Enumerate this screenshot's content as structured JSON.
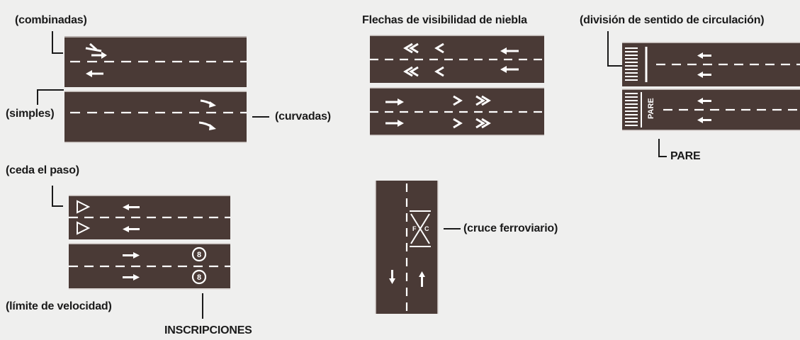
{
  "labels": {
    "combinadas": "(combinadas)",
    "simples": "(simples)",
    "curvadas": "(curvadas)",
    "niebla": "Flechas de visibilidad de niebla",
    "division": "(división de sentido de circulación)",
    "pare_label": "PARE",
    "pare_road_text": "PARE",
    "ceda": "(ceda el paso)",
    "limite": "(límite de velocidad)",
    "inscripciones": "INSCRIPCIONES",
    "cruce": "(cruce ferroviario)",
    "fc_f": "F",
    "fc_c": "C",
    "speed": "8"
  },
  "colors": {
    "asphalt": "#4a3a36",
    "marking": "#ffffff",
    "background": "#efefee",
    "text": "#1a1a1a"
  },
  "icons": [
    "arrow-left-icon",
    "arrow-right-icon",
    "curved-arrow-icon",
    "double-chevron-icon",
    "chevron-icon",
    "yield-triangle-icon",
    "speed-limit-icon",
    "railroad-crossing-icon",
    "arrow-up-icon",
    "arrow-down-icon",
    "crosswalk-icon"
  ]
}
